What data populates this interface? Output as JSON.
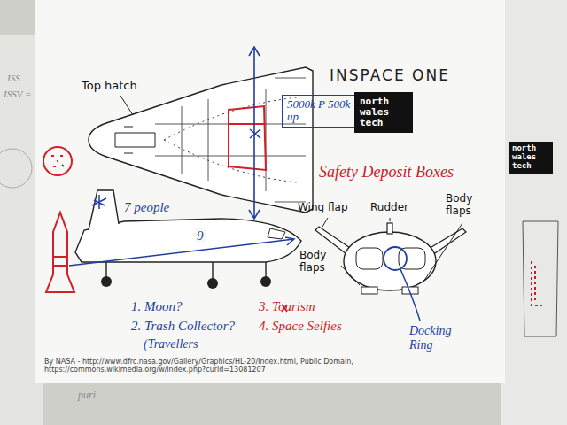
{
  "diagram": {
    "title": "INSPACE ONE",
    "caption": "By NASA - http://www.dfrc.nasa.gov/Gallery/Graphics/HL-20/Index.html, Public Domain, https://commons.wikimedia.org/w/index.php?curid=13081207",
    "nodes": [
      {
        "text": [
          "5000k P 500k up"
        ]
      },
      {
        "text": [
          "north wales tech"
        ]
      },
      {
        "text": [
          "north wales tech"
        ]
      }
    ],
    "labels": [
      "Top hatch",
      "Safety Deposit Boxes",
      "7 people",
      "9",
      "Wing flap",
      "Rudder",
      "Body flaps",
      "Body flaps",
      "Docking Ring",
      "1. Moon?",
      "2. Trash Collector?",
      "(Travellers",
      "3. Tourism",
      "4. Space Selfies",
      "ISSV =",
      "ISS",
      "puri"
    ]
  }
}
